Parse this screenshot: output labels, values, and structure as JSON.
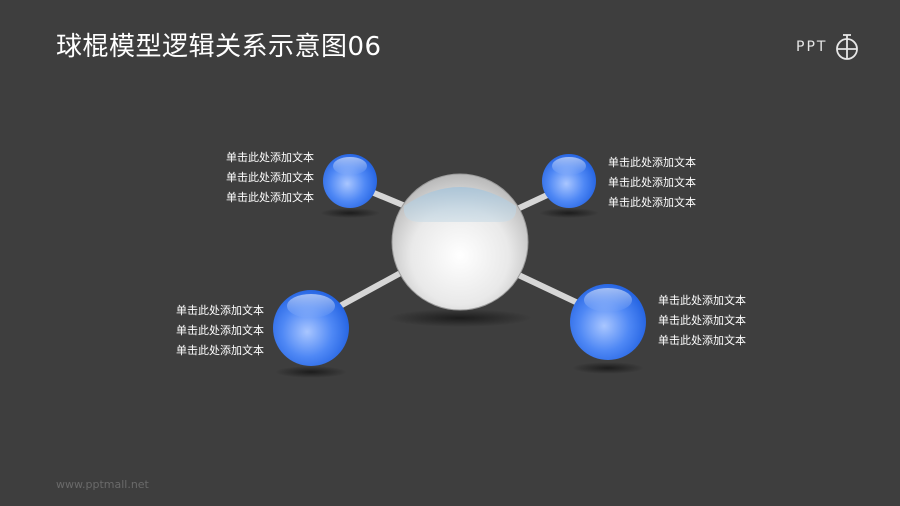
{
  "title": "球棍模型逻辑关系示意图06",
  "logo": {
    "text": "PPT",
    "icon": "ppt-pen-logo-icon"
  },
  "footer": "www.pptmall.net",
  "colors": {
    "background": "#3e3e3e",
    "blue_ball": "#3f7df2",
    "center_ball": "#e8e8e8"
  },
  "nodes": {
    "top_left": {
      "lines": [
        "单击此处添加文本",
        "单击此处添加文本",
        "单击此处添加文本"
      ]
    },
    "top_right": {
      "lines": [
        "单击此处添加文本",
        "单击此处添加文本",
        "单击此处添加文本"
      ]
    },
    "bottom_left": {
      "lines": [
        "单击此处添加文本",
        "单击此处添加文本",
        "单击此处添加文本"
      ]
    },
    "bottom_right": {
      "lines": [
        "单击此处添加文本",
        "单击此处添加文本",
        "单击此处添加文本"
      ]
    }
  }
}
